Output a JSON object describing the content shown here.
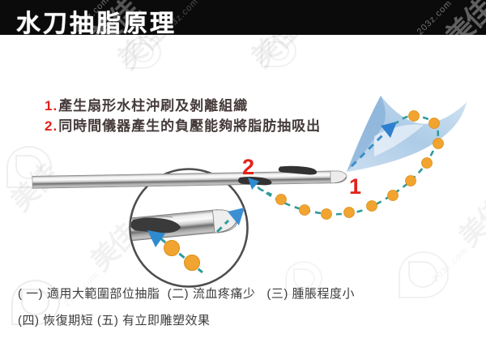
{
  "header": {
    "title": "水刀抽脂原理"
  },
  "instructions": [
    {
      "num": "1.",
      "text": "產生扇形水柱沖刷及剝離組織"
    },
    {
      "num": "2.",
      "text": "同時間儀器產生的負壓能夠將脂肪抽吸出"
    }
  ],
  "diagram": {
    "label_spray": "1",
    "label_suction": "2"
  },
  "benefits": {
    "line1": "( 一) 適用大範圍部位抽脂  (二) 流血疼痛少   (三) 腫脹程度小",
    "line2": "(四) 恢復期短 (五) 有立即雕塑效果"
  },
  "watermark": {
    "site": "203z.com",
    "logo": "美佳"
  },
  "colors": {
    "accent_red": "#e2231a",
    "dot_orange": "#f1a42f",
    "dash_teal": "#2f9b9b",
    "arrow_blue": "#2e8bd0",
    "fan_blue": "#a9c9e6",
    "header_bg": "#0b0b0b"
  }
}
